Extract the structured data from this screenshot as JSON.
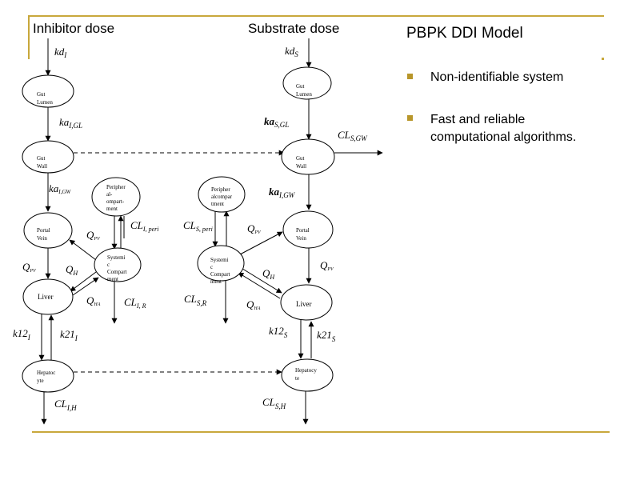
{
  "slide": {
    "title": "PBPK DDI Model",
    "bullets": [
      {
        "lines": [
          "Non-identifiable system"
        ]
      },
      {
        "lines": [
          "Fast and reliable",
          "computational algorithms."
        ]
      }
    ],
    "colors": {
      "rule": "#c8a83c",
      "bullet": "#b8962a",
      "text": "#000000"
    }
  },
  "diagram": {
    "inhibitor_header": "Inhibitor dose",
    "substrate_header": "Substrate dose",
    "nodes": {
      "gut_lumen_i": [
        "Gut",
        "Lumen"
      ],
      "gut_wall_i": [
        "Gut",
        "Wall"
      ],
      "peripheral_i": [
        "Peripher",
        "al-",
        "ompart-",
        "ment"
      ],
      "portal_vein_i": [
        "Portal",
        "Vein"
      ],
      "systemic_i": [
        "Systemi",
        "c",
        "Compart",
        "ment"
      ],
      "liver_i": [
        "Liver"
      ],
      "hepatocyte_i": [
        "Hepatoc",
        "yte"
      ],
      "gut_lumen_s": [
        "Gut",
        "Lumen"
      ],
      "gut_wall_s": [
        "Gut",
        "Wall"
      ],
      "peripheral_s": [
        "Peripher",
        "alcompar",
        "tment"
      ],
      "portal_vein_s": [
        "Portal",
        "Vein"
      ],
      "systemic_s": [
        "Systemi",
        "c",
        "Compart",
        "ment"
      ],
      "liver_s": [
        "Liver"
      ],
      "hepatocyte_s": [
        "Hepatocy",
        "te"
      ]
    },
    "labels": {
      "kd_i": {
        "main": "kd",
        "sub": "I"
      },
      "ka_i_gl": {
        "main": "ka",
        "sub": "I,GL"
      },
      "ka_i_gw": {
        "main": "ka",
        "sub": "I,GW"
      },
      "cl_i_peri": {
        "main": "CL",
        "sub": "I, peri"
      },
      "q_pv_i_top": {
        "main": "Q",
        "sub": "PV"
      },
      "q_pv_i_left": {
        "main": "Q",
        "sub": "PV"
      },
      "q_h_i": {
        "main": "Q",
        "sub": "H"
      },
      "q_ha_i": {
        "main": "Q",
        "sub": "HA"
      },
      "cl_i_r": {
        "main": "CL",
        "sub": "I, R"
      },
      "k12_i": {
        "main": "k12",
        "sub": "I"
      },
      "k21_i": {
        "main": "k21",
        "sub": "I"
      },
      "cl_i_h": {
        "main": "CL",
        "sub": "I,H"
      },
      "kd_s": {
        "main": "kd",
        "sub": "S"
      },
      "ka_s_gl": {
        "main": "ka",
        "sub": "S,GL"
      },
      "cl_s_gw": {
        "main": "CL",
        "sub": "S,GW"
      },
      "ka_i_gw_s": {
        "main": "ka",
        "sub": "I,GW"
      },
      "cl_s_peri": {
        "main": "CL",
        "sub": "S, peri"
      },
      "q_pv_s_top": {
        "main": "Q",
        "sub": "PV"
      },
      "q_pv_s_right": {
        "main": "Q",
        "sub": "PV"
      },
      "q_h_s": {
        "main": "Q",
        "sub": "H"
      },
      "q_ha_s": {
        "main": "Q",
        "sub": "HA"
      },
      "cl_s_r": {
        "main": "CL",
        "sub": "S,R"
      },
      "k12_s": {
        "main": "k12",
        "sub": "S"
      },
      "k21_s": {
        "main": "k21",
        "sub": "S"
      },
      "cl_s_h": {
        "main": "CL",
        "sub": "S,H"
      }
    }
  }
}
